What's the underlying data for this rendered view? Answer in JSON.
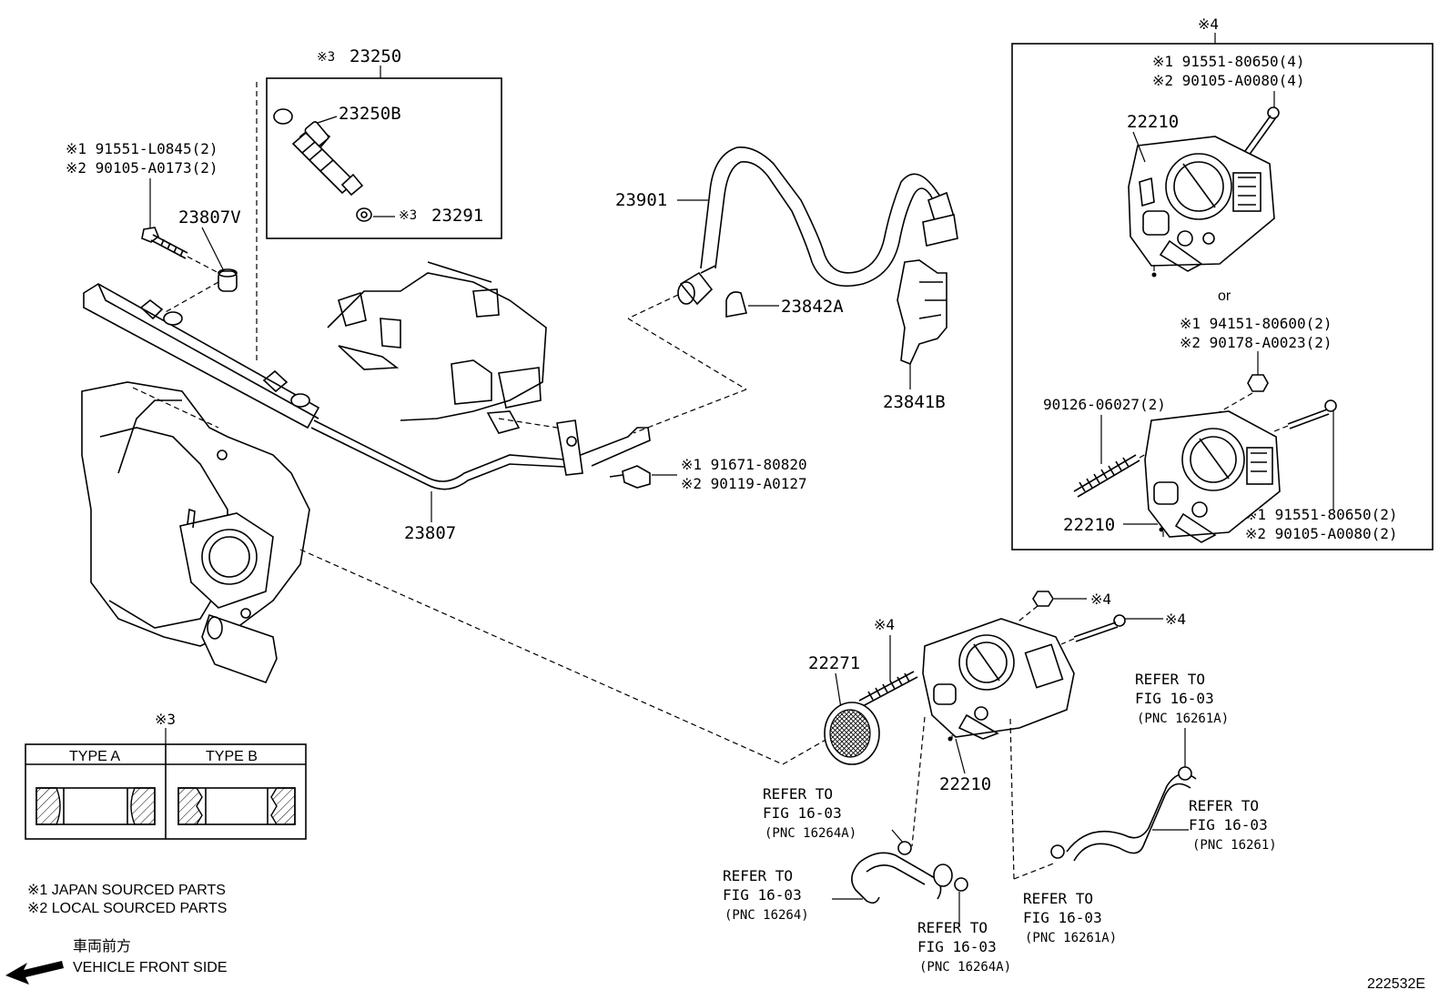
{
  "diagram_id": "222532E",
  "inset_throttle": {
    "mark": "※4",
    "top": {
      "part_no": "22210",
      "bolt_jp": "※1  91551-80650(4)",
      "bolt_local": "※2  90105-A0080(4)"
    },
    "or_text": "or",
    "bottom": {
      "part_no": "22210",
      "nut_jp": "※1  94151-80600(2)",
      "nut_local": "※2  90178-A0023(2)",
      "stud": "90126-06027(2)",
      "bolt_jp": "※1  91551-80650(2)",
      "bolt_local": "※2  90105-A0080(2)"
    }
  },
  "injector_box": {
    "mark": "※3",
    "part_no": "23250",
    "oring": "23250B",
    "insulator_mark": "※3",
    "insulator": "23291"
  },
  "rail_bolt": {
    "jp": "※1  91551-L0845(2)",
    "local": "※2  90105-A0173(2)"
  },
  "labels": {
    "spacer": "23807V",
    "fuel_rail": "23807",
    "fuel_hose": "23901",
    "clamp": "23842A",
    "bracket": "23841B",
    "gasket": "22271",
    "throttle_main": "22210",
    "mark4_gasket": "※4",
    "mark4_nut": "※4",
    "mark4_bolt": "※4"
  },
  "rail_union_bolt": {
    "jp": "※1  91671-80820",
    "local": "※2  90119-A0127"
  },
  "refers": [
    {
      "line1": "REFER TO",
      "line2": "FIG 16-03",
      "line3": "(PNC 16261A)"
    },
    {
      "line1": "REFER TO",
      "line2": "FIG 16-03",
      "line3": "(PNC 16261)"
    },
    {
      "line1": "REFER TO",
      "line2": "FIG 16-03",
      "line3": "(PNC 16264A)"
    },
    {
      "line1": "REFER TO",
      "line2": "FIG 16-03",
      "line3": "(PNC 16264)"
    },
    {
      "line1": "REFER TO",
      "line2": "FIG 16-03",
      "line3": "(PNC 16264A)"
    },
    {
      "line1": "REFER TO",
      "line2": "FIG 16-03",
      "line3": "(PNC 16261A)"
    }
  ],
  "type_table": {
    "mark": "※3",
    "type_a": "TYPE A",
    "type_b": "TYPE B"
  },
  "legend": {
    "japan": "※1 JAPAN SOURCED PARTS",
    "local": "※2 LOCAL SOURCED PARTS"
  },
  "direction": {
    "jp": "車両前方",
    "en": "VEHICLE FRONT SIDE"
  }
}
